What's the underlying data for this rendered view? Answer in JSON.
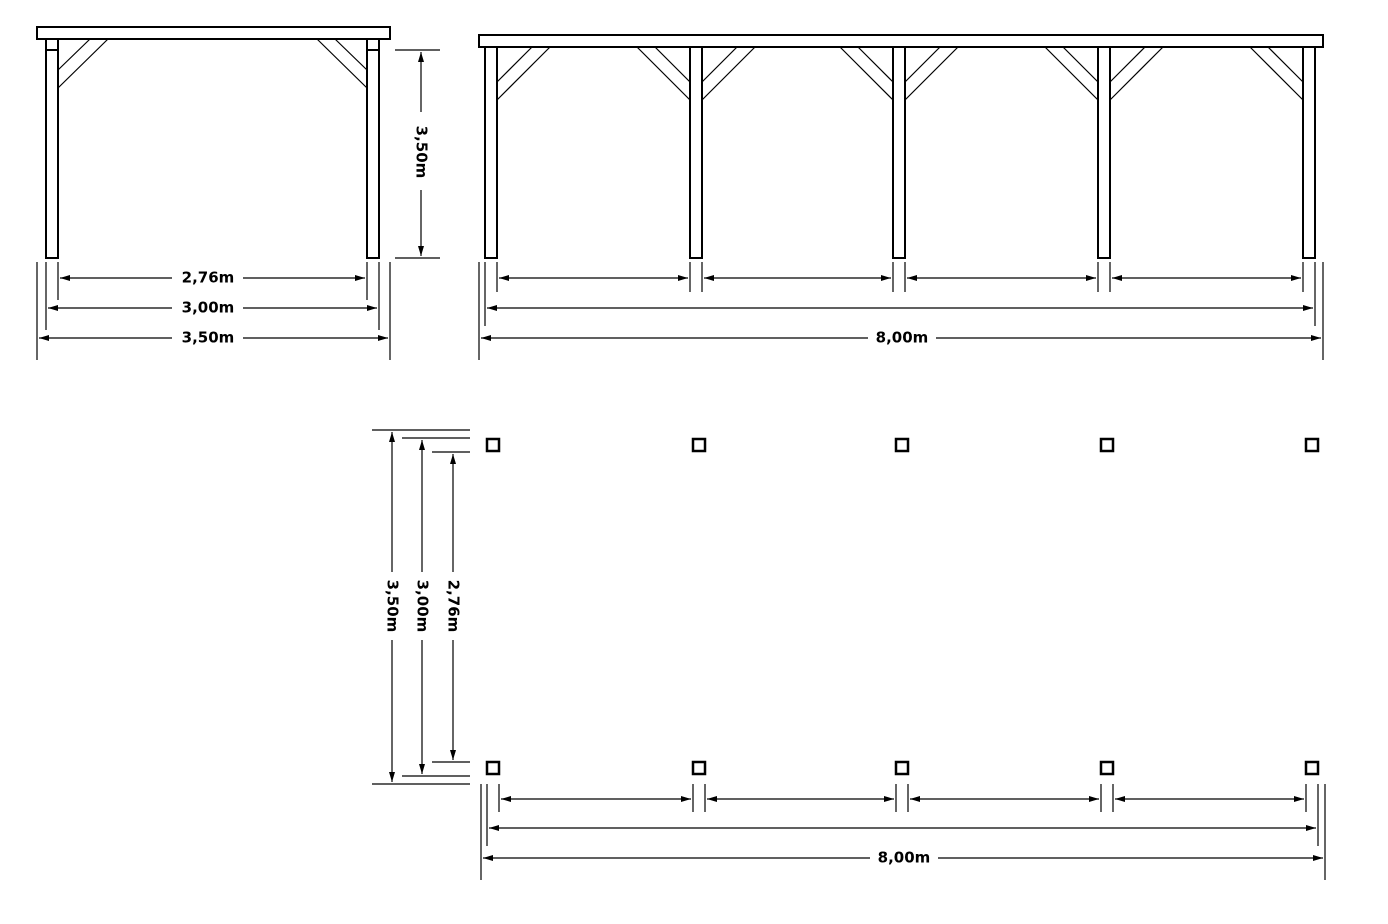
{
  "front_view": {
    "dim_height": "3,50m",
    "dim_inner_width": "2,76m",
    "dim_post_width": "3,00m",
    "dim_total_width": "3,50m"
  },
  "side_view": {
    "dim_total_length": "8,00m"
  },
  "plan_view": {
    "dim_total_depth": "3,50m",
    "dim_post_depth": "3,00m",
    "dim_inner_depth": "2,76m",
    "dim_total_length": "8,00m"
  },
  "colors": {
    "line": "#000000",
    "background": "#ffffff"
  }
}
